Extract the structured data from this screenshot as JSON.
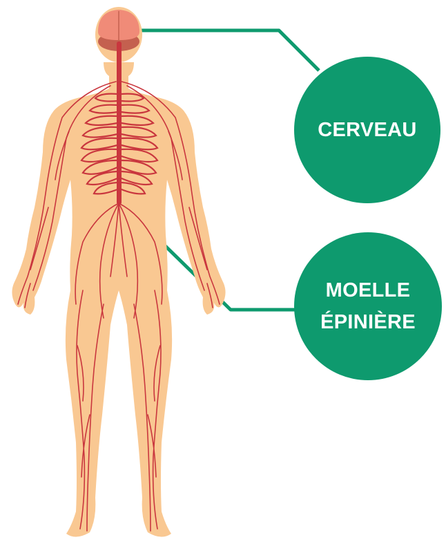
{
  "labels": {
    "brain": "CERVEAU",
    "spinal_cord_line1": "MOELLE",
    "spinal_cord_line2": "ÉPINIÈRE"
  },
  "colors": {
    "accent_green": "#0e9a6e",
    "skin": "#f9c892",
    "nerve": "#c9363e",
    "brain": "#f08b78",
    "brain_lower": "#c4604f"
  }
}
